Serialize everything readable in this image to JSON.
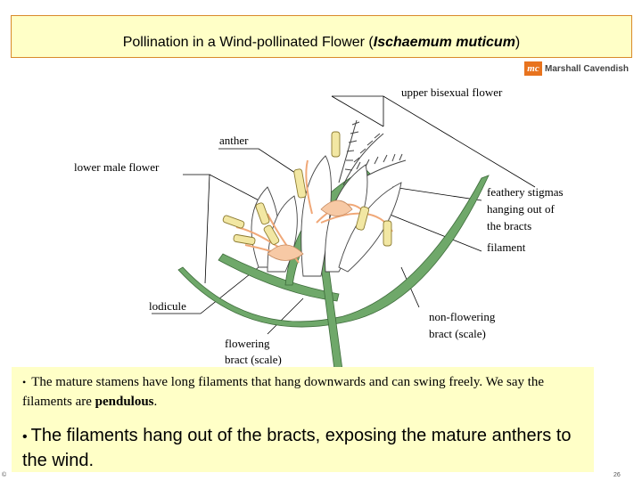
{
  "title": {
    "prefix": "Pollination in a Wind-pollinated Flower (",
    "species": "Ischaemum muticum",
    "suffix": ")"
  },
  "logo": {
    "mark": "mc",
    "text": "Marshall Cavendish"
  },
  "labels": {
    "upper_bisexual_flower": "upper bisexual flower",
    "anther": "anther",
    "lower_male_flower": "lower male flower",
    "feathery_stigmas_1": "feathery stigmas",
    "feathery_stigmas_2": "hanging out of",
    "feathery_stigmas_3": "the bracts",
    "filament": "filament",
    "lodicule": "lodicule",
    "non_flowering_bract_1": "non-flowering",
    "non_flowering_bract_2": "bract (scale)",
    "flowering_bract_1": "flowering",
    "flowering_bract_2": "bract (scale)"
  },
  "caption": {
    "p1_text": "The mature stamens have long filaments that hang downwards and can swing freely. We say the filaments are ",
    "p1_bold": "pendulous",
    "p1_end": ".",
    "p2_text": "The filaments hang out of the bracts, exposing the mature anthers to the wind."
  },
  "footer": {
    "left": "©",
    "right": "26"
  },
  "colors": {
    "title_bg": "#ffffc7",
    "title_border": "#d98a2a",
    "bract_green": "#6fa86a",
    "anther_yellow": "#f2e7a3",
    "filament_peach": "#f7c9a5",
    "logo_orange": "#e8731e"
  }
}
